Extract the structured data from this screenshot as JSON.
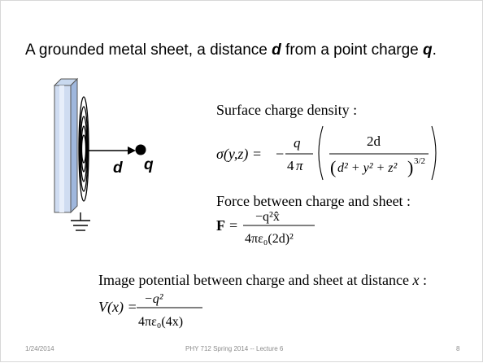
{
  "slide": {
    "title": {
      "prefix": "A grounded metal sheet, a distance ",
      "d": "d",
      "middle": " from a point charge ",
      "q": "q",
      "end": "."
    },
    "figure": {
      "d_label": "d",
      "q_label": "q"
    },
    "labels": {
      "surface_charge": "Surface charge density :",
      "force": "Force between charge and sheet :",
      "image_potential_prefix": "Image potential between charge and sheet at distance ",
      "image_potential_x": "x",
      "image_potential_suffix": " :"
    },
    "equations": {
      "sigma": {
        "lhs": "σ(y,z) =",
        "minus": "−",
        "num": "q",
        "den_coef": "4",
        "den_pi": "π",
        "inner_num": "2d",
        "inner_den_open": "(",
        "inner_den_body": "d² + y² + z²",
        "inner_den_close": ")",
        "inner_den_exp": "3/2"
      },
      "force": {
        "lhs_F": "F",
        "eq": "=",
        "num": "−q²x̂",
        "den": "4πε₀(2d)²"
      },
      "potential": {
        "lhs": "V(x) =",
        "num": "−q²",
        "den": "4πε₀(4x)"
      }
    },
    "footer": {
      "date": "1/24/2014",
      "course": "PHY 712  Spring 2014 -- Lecture 6",
      "page": "8"
    }
  }
}
